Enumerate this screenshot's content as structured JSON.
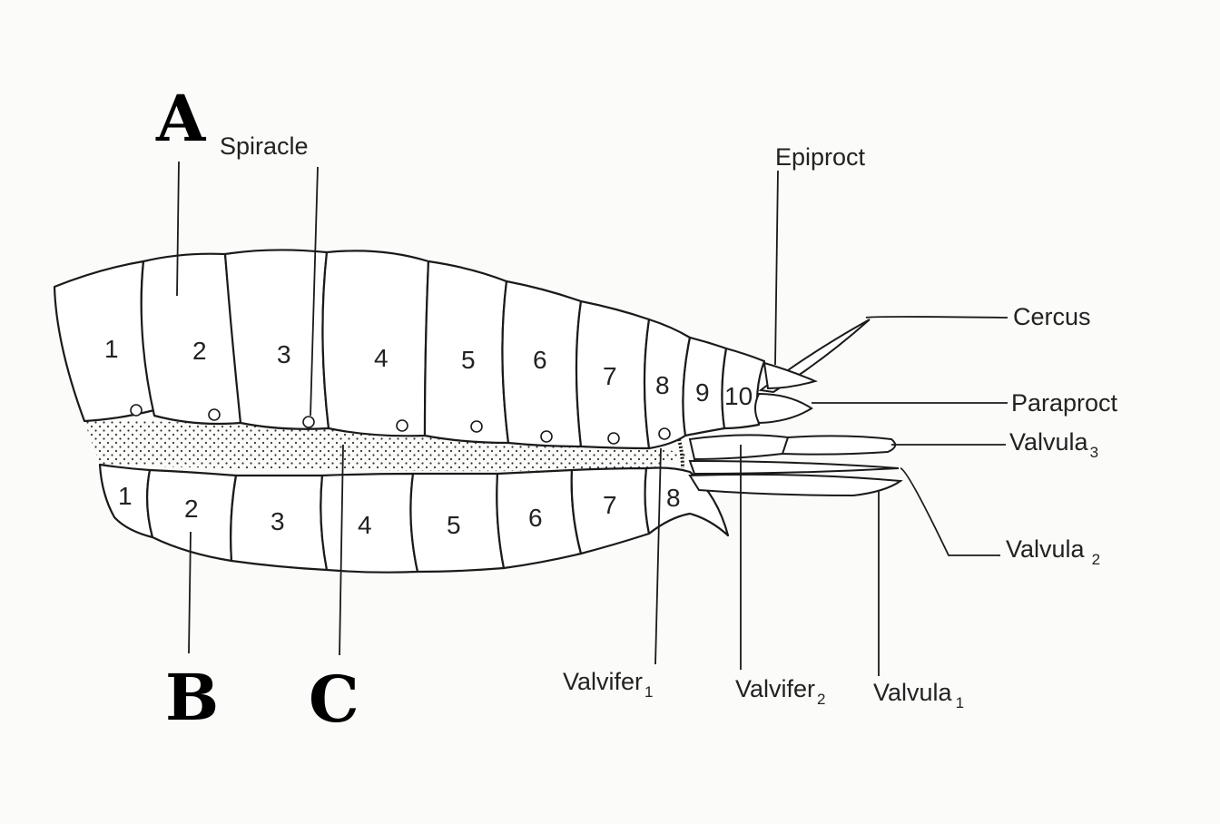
{
  "letters": {
    "a": "A",
    "b": "B",
    "c": "C"
  },
  "labels": {
    "spiracle": "Spiracle",
    "epiproct": "Epiproct",
    "cercus": "Cercus",
    "paraproct": "Paraproct",
    "valvula3": {
      "text": "Valvula",
      "sub": "3"
    },
    "valvula2": {
      "text": "Valvula",
      "sub": "2"
    },
    "valvula1": {
      "text": "Valvula",
      "sub": "1"
    },
    "valvifer1": {
      "text": "Valvifer",
      "sub": "1"
    },
    "valvifer2": {
      "text": "Valvifer",
      "sub": "2"
    }
  },
  "tergites": [
    "1",
    "2",
    "3",
    "4",
    "5",
    "6",
    "7",
    "8",
    "9",
    "10"
  ],
  "sternites": [
    "1",
    "2",
    "3",
    "4",
    "5",
    "6",
    "7",
    "8"
  ]
}
